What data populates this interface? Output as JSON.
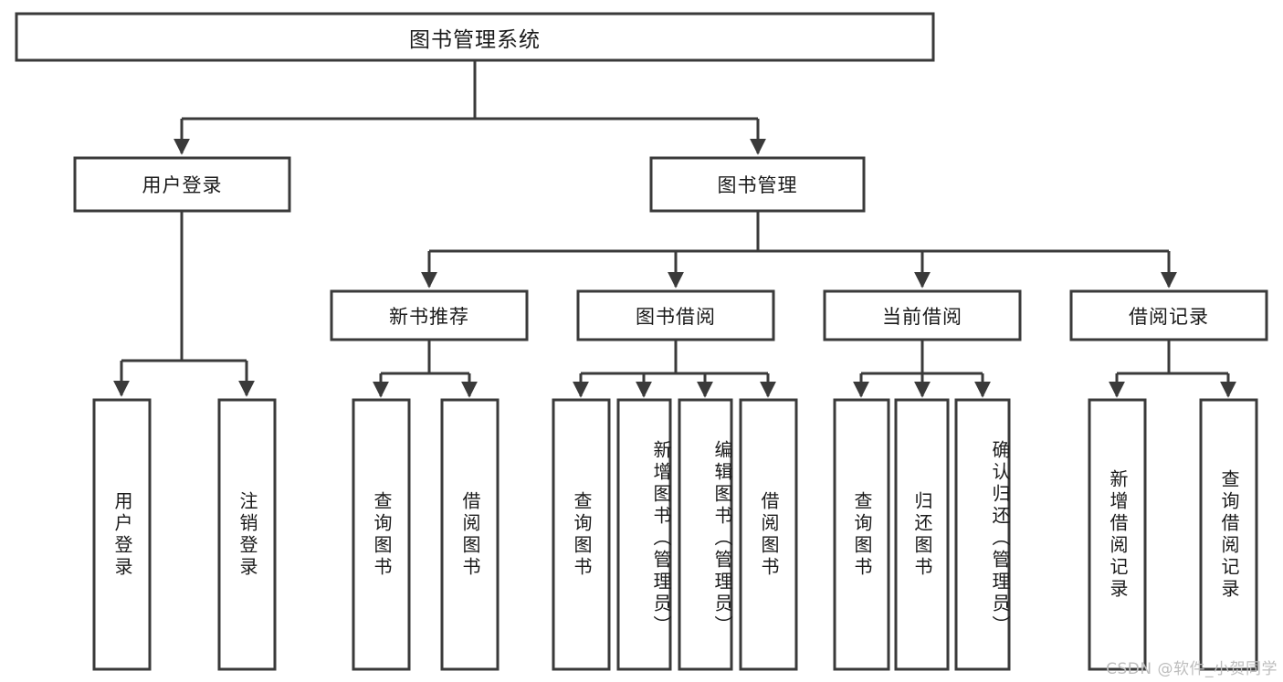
{
  "diagram": {
    "type": "tree-hierarchy",
    "orientation": "top-down",
    "title": "图书管理系统",
    "style": {
      "box_fill": "#ffffff",
      "box_stroke": "#3a3a3a",
      "text_color": "#1a1a1a",
      "background": "#ffffff"
    },
    "nodes": {
      "root": {
        "label": "图书管理系统",
        "level": 1,
        "text_orientation": "horizontal"
      },
      "user_login": {
        "label": "用户登录",
        "level": 2,
        "text_orientation": "horizontal"
      },
      "book_manage": {
        "label": "图书管理",
        "level": 2,
        "text_orientation": "horizontal"
      },
      "new_book_rec": {
        "label": "新书推荐",
        "level": 3,
        "text_orientation": "horizontal"
      },
      "book_borrow": {
        "label": "图书借阅",
        "level": 3,
        "text_orientation": "horizontal"
      },
      "current_borrow": {
        "label": "当前借阅",
        "level": 3,
        "text_orientation": "horizontal"
      },
      "borrow_record": {
        "label": "借阅记录",
        "level": 3,
        "text_orientation": "horizontal"
      },
      "leaf_user_login": {
        "label": "用户登录",
        "level": 4,
        "text_orientation": "vertical",
        "parent": "user_login"
      },
      "leaf_logout": {
        "label": "注销登录",
        "level": 4,
        "text_orientation": "vertical",
        "parent": "user_login"
      },
      "leaf_rec_query": {
        "label": "查询图书",
        "level": 4,
        "text_orientation": "vertical",
        "parent": "new_book_rec"
      },
      "leaf_rec_borrow": {
        "label": "借阅图书",
        "level": 4,
        "text_orientation": "vertical",
        "parent": "new_book_rec"
      },
      "leaf_borrow_query": {
        "label": "查询图书",
        "level": 4,
        "text_orientation": "vertical",
        "parent": "book_borrow"
      },
      "leaf_borrow_add": {
        "label": "新增图书（管理员）",
        "level": 4,
        "text_orientation": "vertical",
        "parent": "book_borrow"
      },
      "leaf_borrow_edit": {
        "label": "编辑图书（管理员）",
        "level": 4,
        "text_orientation": "vertical",
        "parent": "book_borrow"
      },
      "leaf_borrow_do": {
        "label": "借阅图书",
        "level": 4,
        "text_orientation": "vertical",
        "parent": "book_borrow"
      },
      "leaf_cur_query": {
        "label": "查询图书",
        "level": 4,
        "text_orientation": "vertical",
        "parent": "current_borrow"
      },
      "leaf_cur_return": {
        "label": "归还图书",
        "level": 4,
        "text_orientation": "vertical",
        "parent": "current_borrow"
      },
      "leaf_cur_confirm": {
        "label": "确认归还（管理员）",
        "level": 4,
        "text_orientation": "vertical",
        "parent": "current_borrow"
      },
      "leaf_rec_add": {
        "label": "新增借阅记录",
        "level": 4,
        "text_orientation": "vertical",
        "parent": "borrow_record"
      },
      "leaf_rec_search": {
        "label": "查询借阅记录",
        "level": 4,
        "text_orientation": "vertical",
        "parent": "borrow_record"
      }
    }
  },
  "watermark": {
    "text": "CSDN @软件_小贺同学"
  }
}
